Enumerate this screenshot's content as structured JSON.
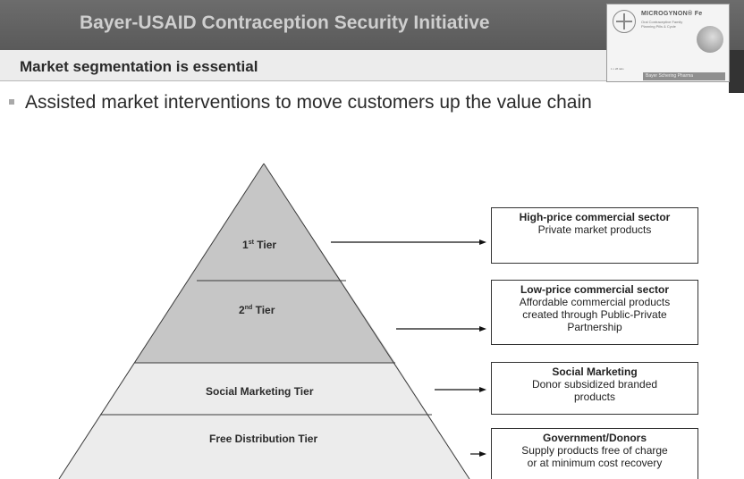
{
  "header": {
    "title": "Bayer-USAID Contraception Security Initiative",
    "subtitle": "Market segmentation is essential"
  },
  "product_image": {
    "brand": "MICROGYNON® Fe",
    "tagline": "Oral Contraceptive Family Planning Pills & Cycle",
    "pack": "1 x 28 tabs",
    "footer": "Bayer Schering Pharma"
  },
  "bullet": "Assisted market interventions to move customers up the value chain",
  "pyramid": {
    "tiers": [
      {
        "ordinal": "1",
        "suffix": "st",
        "word": "Tier"
      },
      {
        "ordinal": "2",
        "suffix": "nd",
        "word": "Tier"
      },
      {
        "label": "Social Marketing Tier"
      },
      {
        "label": "Free Distribution Tier"
      }
    ],
    "colors": {
      "upper": "#c6c6c6",
      "lower": "#ececec",
      "outline": "#3a3a3a"
    }
  },
  "sectors": [
    {
      "title": "High-price commercial sector",
      "lines": [
        "Private market products"
      ]
    },
    {
      "title": "Low-price commercial sector",
      "lines": [
        "Affordable commercial products",
        "created through Public-Private",
        "Partnership"
      ]
    },
    {
      "title": "Social Marketing",
      "lines": [
        "Donor subsidized branded",
        "products"
      ]
    },
    {
      "title": "Government/Donors",
      "lines": [
        "Supply products free of charge",
        "or at minimum cost recovery"
      ]
    }
  ]
}
